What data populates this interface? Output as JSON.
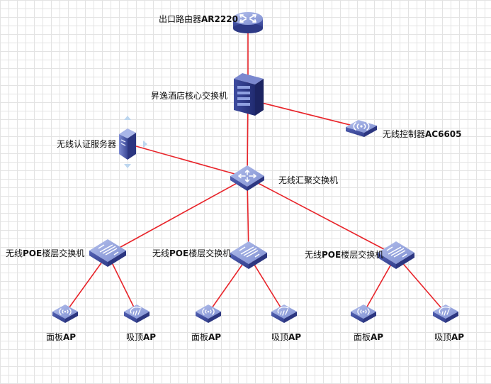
{
  "colors": {
    "link": "#e8242a",
    "device_top": "#8d9bd6",
    "device_side": "#4a58a8",
    "device_dark": "#2c3680",
    "ap_body": "#5c6cb8"
  },
  "nodes": {
    "router": {
      "label": "出口路由器",
      "model": "AR2220",
      "icon": "router-icon"
    },
    "core": {
      "label": "昇逸酒店核心交换机",
      "icon": "core-switch-icon"
    },
    "controller": {
      "label": "无线控制器",
      "model": "AC6605",
      "icon": "wireless-controller-icon"
    },
    "auth_server": {
      "label": "无线认证服务器",
      "icon": "server-icon"
    },
    "aggregation": {
      "label": "无线汇聚交换机",
      "icon": "aggregation-switch-icon"
    },
    "poe_left": {
      "prefix": "无线",
      "bold": "POE",
      "suffix": "楼层交换机",
      "icon": "poe-switch-icon"
    },
    "poe_mid": {
      "prefix": "无线",
      "bold": "POE",
      "suffix": "楼层交换机",
      "icon": "poe-switch-icon"
    },
    "poe_right": {
      "prefix": "无线",
      "bold": "POE",
      "suffix": "楼层交换机",
      "icon": "poe-switch-icon"
    },
    "ap_panel_1": {
      "label": "面板",
      "bold": "AP",
      "icon": "panel-ap-icon"
    },
    "ap_ceiling_1": {
      "label": "吸顶",
      "bold": "AP",
      "icon": "ceiling-ap-icon"
    },
    "ap_panel_2": {
      "label": "面板",
      "bold": "AP",
      "icon": "panel-ap-icon"
    },
    "ap_ceiling_2": {
      "label": "吸顶",
      "bold": "AP",
      "icon": "ceiling-ap-icon"
    },
    "ap_panel_3": {
      "label": "面板",
      "bold": "AP",
      "icon": "panel-ap-icon"
    },
    "ap_ceiling_3": {
      "label": "吸顶",
      "bold": "AP",
      "icon": "ceiling-ap-icon"
    }
  },
  "links": [
    [
      "router",
      "core"
    ],
    [
      "core",
      "controller"
    ],
    [
      "core",
      "aggregation"
    ],
    [
      "auth_server",
      "aggregation"
    ],
    [
      "aggregation",
      "poe_left"
    ],
    [
      "aggregation",
      "poe_mid"
    ],
    [
      "aggregation",
      "poe_right"
    ],
    [
      "poe_left",
      "ap_panel_1"
    ],
    [
      "poe_left",
      "ap_ceiling_1"
    ],
    [
      "poe_mid",
      "ap_panel_2"
    ],
    [
      "poe_mid",
      "ap_ceiling_2"
    ],
    [
      "poe_right",
      "ap_panel_3"
    ],
    [
      "poe_right",
      "ap_ceiling_3"
    ]
  ]
}
